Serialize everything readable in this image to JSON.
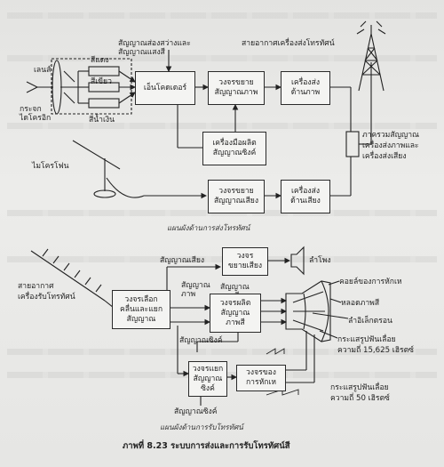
{
  "transmitter": {
    "caption": "แผนผังด้านการส่งโทรทัศน์",
    "labels": {
      "lens": "เลนส์",
      "mirror": "กระจก\nไดโครอิก",
      "red": "สีแดง",
      "green": "สีเขียว",
      "blue": "สีน้ำเงิน",
      "lum_chroma": "สัญญาณส่องสว่างและ\nสัญญาณแสงสี",
      "antenna": "สายอากาศเครื่องส่งโทรทัศน์",
      "microphone": "ไมโครโฟน",
      "combiner": "ภาครวมสัญญาณ\nเครื่องส่งภาพและ\nเครื่องส่งเสียง"
    },
    "boxes": {
      "encoder": "เอ็นโคดเดอร์",
      "video_amp": "วงจรขยาย\nสัญญาณภาพ",
      "video_tx": "เครื่องส่ง\nด้านภาพ",
      "sync_gen": "เครื่องมือผลิต\nสัญญาณซิงค์",
      "audio_amp": "วงจรขยาย\nสัญญาณเสียง",
      "audio_tx": "เครื่องส่ง\nด้านเสียง"
    }
  },
  "receiver": {
    "caption": "แผนผังด้านการรับโทรทัศน์",
    "labels": {
      "antenna": "สายอากาศ\nเครื่องรับโทรทัศน์",
      "audio_signal": "สัญญาณเสียง",
      "video_signal": "สัญญาณ\nภาพ",
      "color_signal": "สัญญาณ\nภาพสี",
      "sync_signal": "สัญญาณซิงค์",
      "sync_signal2": "สัญญาณซิงค์",
      "speaker": "ลำโพง",
      "yoke": "คอยล์ของการหักเห",
      "crt": "หลอดภาพสี",
      "gun": "ลำอิเล็กตรอน",
      "h_deflect": "กระแสรูปฟันเลื่อย\nความถี่ 15,625 เฮิรตซ์",
      "v_deflect": "กระแสรูปฟันเลื่อย\nความถี่ 50 เฮิรตซ์"
    },
    "boxes": {
      "selector": "วงจรเลือก\nคลื่นและแยก\nสัญญาณ",
      "audio_amp": "วงจร\nขยายเสียง",
      "color_decoder": "วงจรผลิต\nสัญญาณ\nภาพสี",
      "sync_sep": "วงจรแยก\nสัญญาณ\nซิงค์",
      "deflection": "วงจรของ\nการหักเห"
    }
  },
  "figure_caption": "ภาพที่ 8.23 ระบบการส่งและการรับโทรทัศน์สี"
}
